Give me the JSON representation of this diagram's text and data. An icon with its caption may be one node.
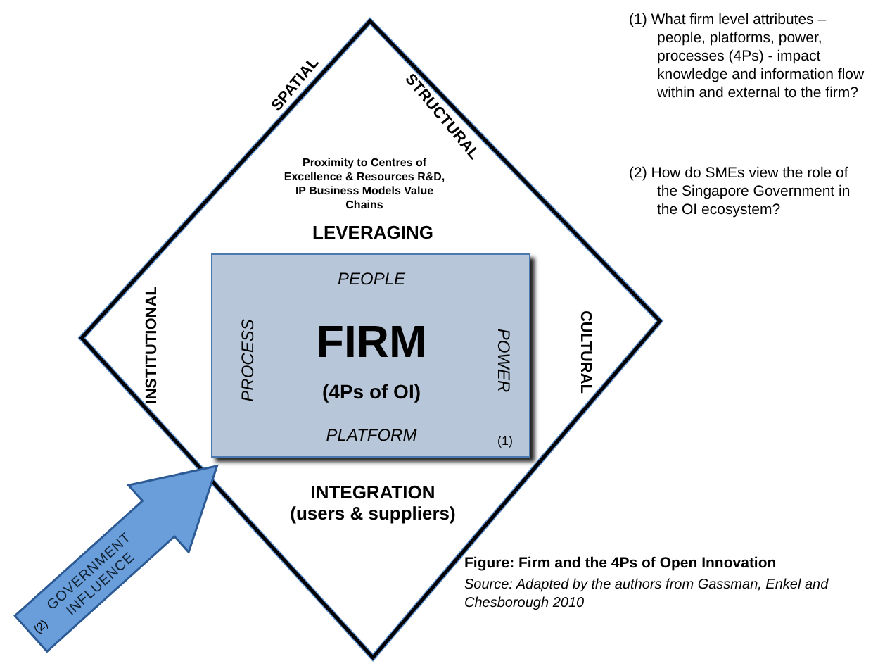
{
  "diagram": {
    "caption": "Figure: Firm and the 4Ps of Open Innovation",
    "nodes": [
      {
        "text": [
          "Proximity to Centres of Excellence & Resources R&D, IP Business Models Value Chains",
          "LEVERAGING",
          "INTEGRATION (users & suppliers)"
        ]
      },
      {
        "text": [
          "PEOPLE",
          "PROCESS",
          "FIRM",
          "(4Ps of OI)",
          "POWER",
          "PLATFORM",
          "(1)"
        ],
        "in": 0
      },
      {
        "text": [
          "GOVERNMENT INFLUENCE",
          "(2)"
        ]
      }
    ],
    "labels": [
      "SPATIAL",
      "STRUCTURAL",
      "CULTURAL",
      "INSTITUTIONAL",
      "(1) What firm level attributes – people, platforms, power, processes (4Ps) - impact knowledge and information flow within and external to the firm?",
      "(2) How do SMEs view the role of the Singapore Government in the OI ecosystem?",
      "Source: Adapted by the authors from Gassman, Enkel and Chesborough 2010"
    ]
  }
}
